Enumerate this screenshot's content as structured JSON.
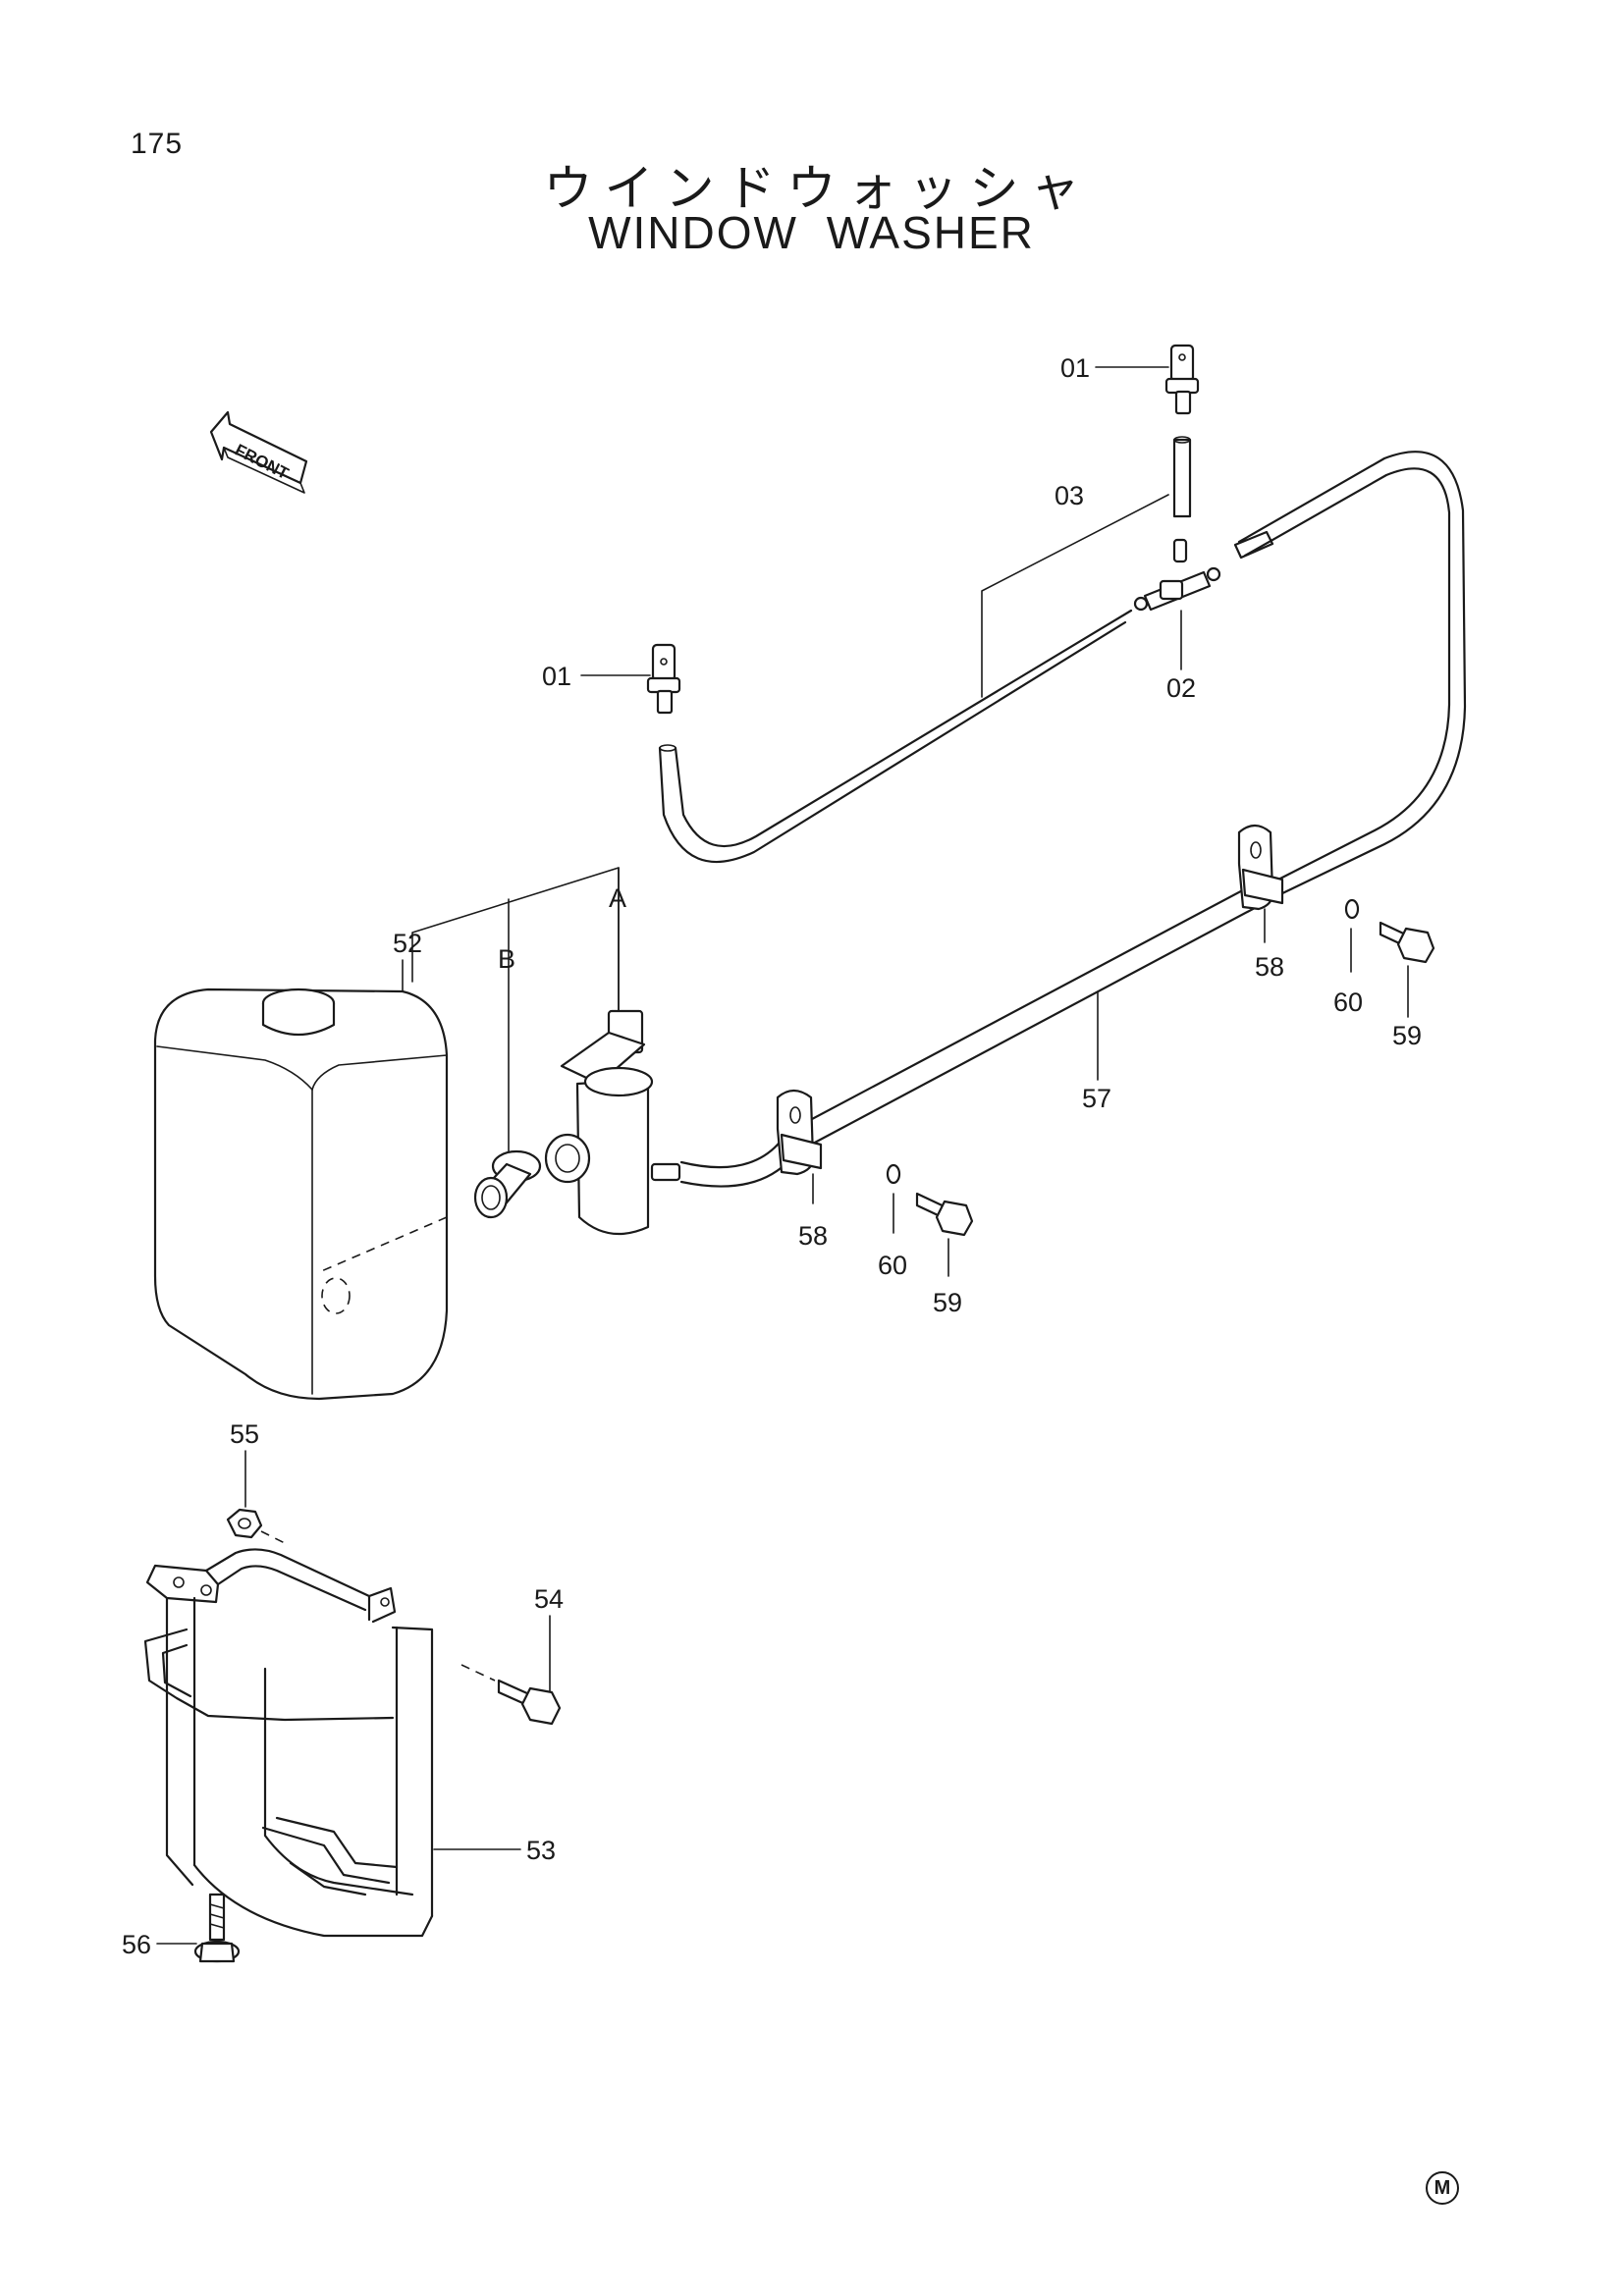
{
  "page": {
    "number": "175",
    "title_jp": "ウインドウォッシャ",
    "title_en": "WINDOW  WASHER",
    "mark": "M"
  },
  "front_arrow": {
    "label": "FRONT"
  },
  "callouts": {
    "c01a": "01",
    "c01b": "01",
    "c02": "02",
    "c03": "03",
    "c52": "52",
    "c53": "53",
    "c54": "54",
    "c55": "55",
    "c56": "56",
    "c57": "57",
    "c58a": "58",
    "c58b": "58",
    "c59a": "59",
    "c59b": "59",
    "c60a": "60",
    "c60b": "60",
    "cA": "A",
    "cB": "B"
  }
}
